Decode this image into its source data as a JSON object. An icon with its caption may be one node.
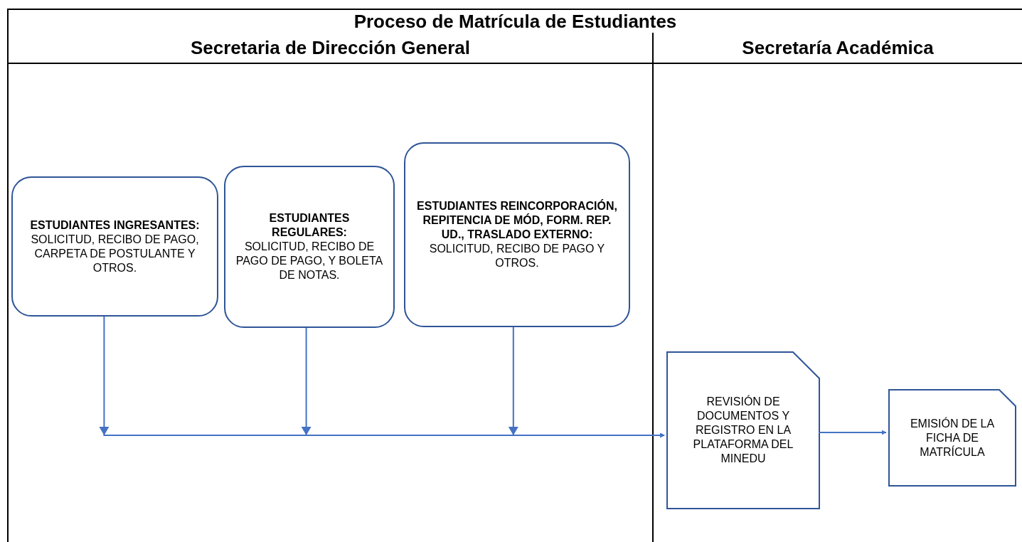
{
  "diagram": {
    "title": "Proceso de Matrícula de Estudiantes",
    "nodes": [
      {
        "text": [
          "Secretaria de Dirección General"
        ]
      },
      {
        "text": [
          "Secretaría Académica"
        ]
      },
      {
        "text": [
          "ESTUDIANTES INGRESANTES:",
          "SOLICITUD, RECIBO DE PAGO, CARPETA DE POSTULANTE Y OTROS."
        ],
        "in": 0
      },
      {
        "text": [
          "ESTUDIANTES REGULARES:",
          "SOLICITUD, RECIBO DE PAGO DE PAGO, Y BOLETA DE NOTAS."
        ],
        "in": 0
      },
      {
        "text": [
          "ESTUDIANTES REINCORPORACIÓN, REPITENCIA DE MÓD, FORM. REP. UD., TRASLADO EXTERNO:",
          "SOLICITUD, RECIBO DE PAGO Y OTROS."
        ],
        "in": 0
      },
      {
        "text": [
          "REVISIÓN DE DOCUMENTOS Y REGISTRO EN LA PLATAFORMA DEL MINEDU"
        ],
        "in": 1
      },
      {
        "text": [
          "EMISIÓN DE LA FICHA DE MATRÍCULA"
        ],
        "in": 1
      }
    ],
    "edges": [
      {
        "from": 2,
        "to": 5,
        "arrow": "to"
      },
      {
        "from": 3,
        "to": 5,
        "arrow": "to"
      },
      {
        "from": 4,
        "to": 5,
        "arrow": "to"
      },
      {
        "from": 5,
        "to": 6,
        "arrow": "to"
      }
    ]
  }
}
